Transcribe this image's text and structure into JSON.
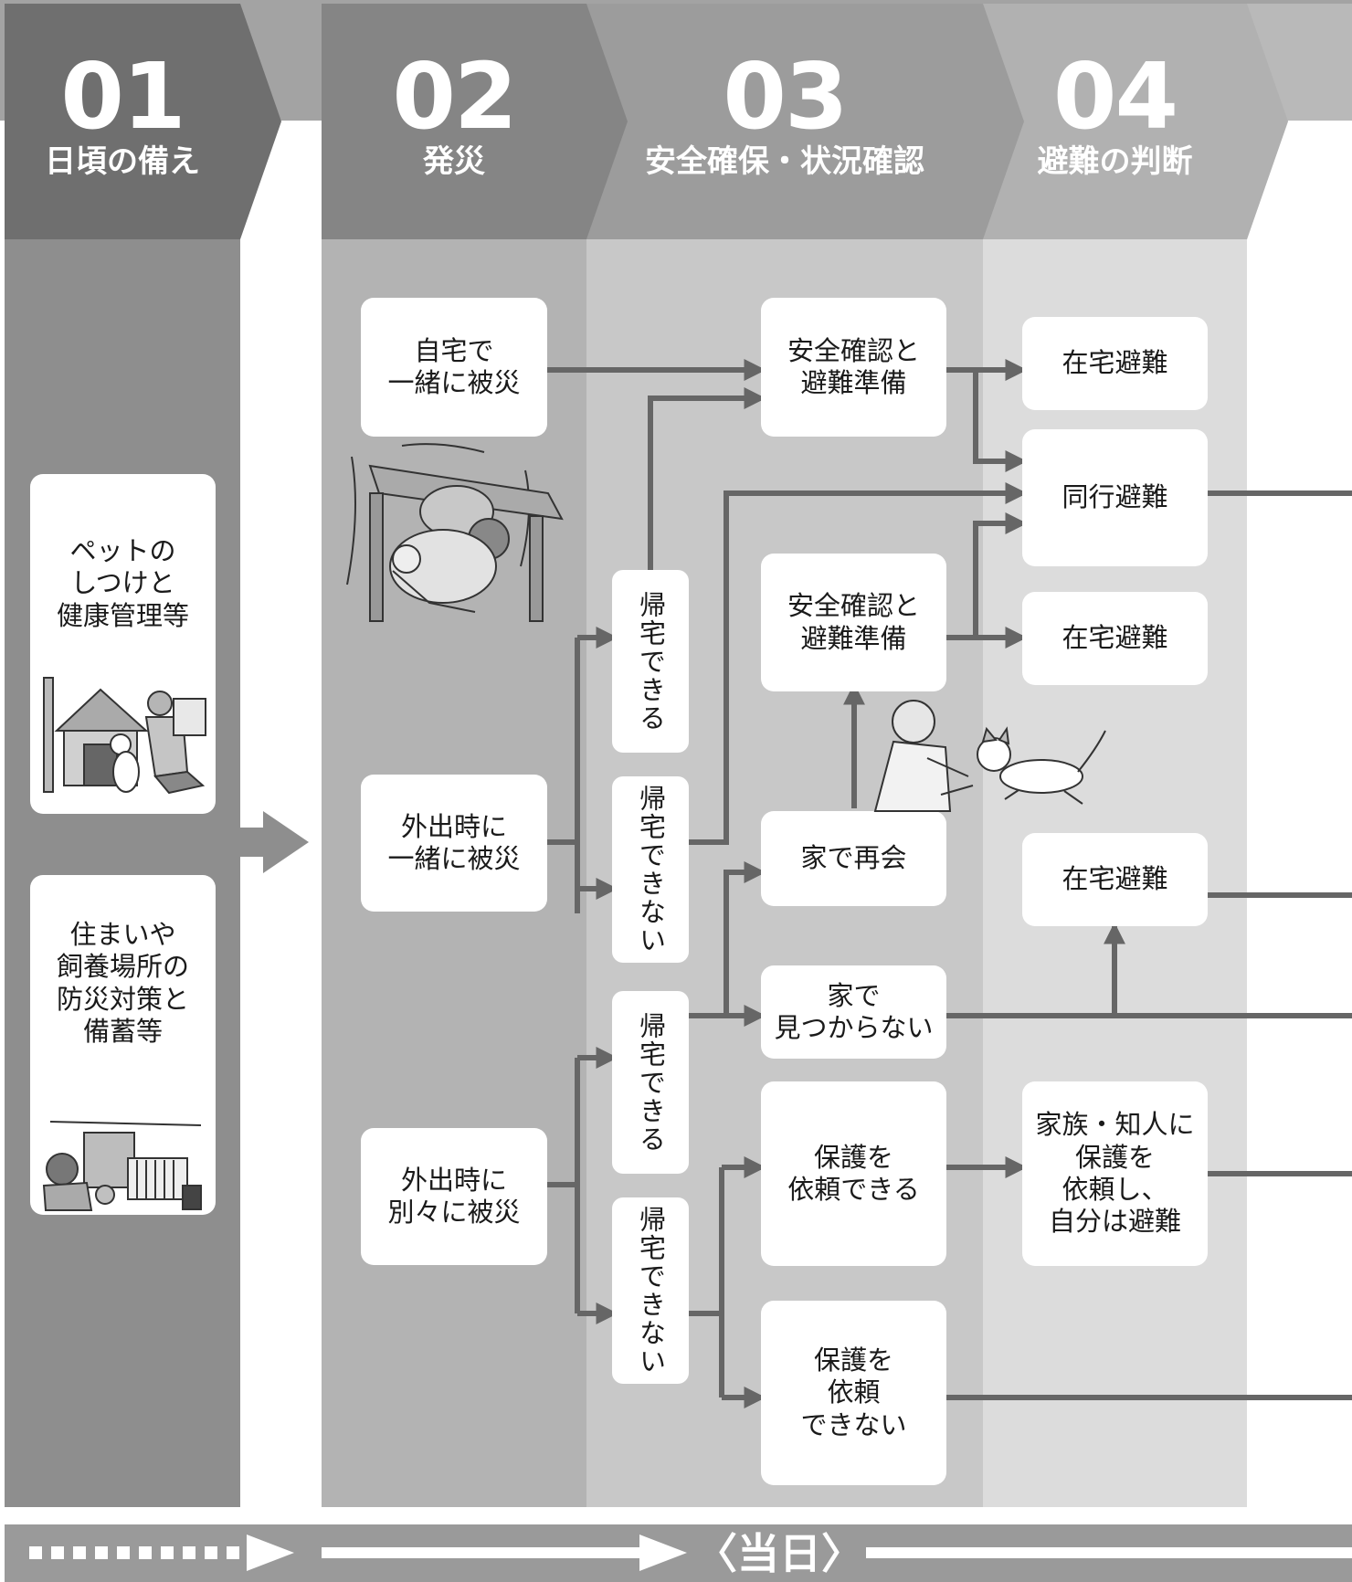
{
  "stages": [
    {
      "num": "01",
      "label": "日頃の備え"
    },
    {
      "num": "02",
      "label": "発災"
    },
    {
      "num": "03",
      "label": "安全確保・状況確認"
    },
    {
      "num": "04",
      "label": "避難の判断"
    }
  ],
  "col1": {
    "box1": "ペットの\nしつけと\n健康管理等",
    "box2": "住まいや\n飼養場所の\n防災対策と\n備蓄等"
  },
  "col2": {
    "home": "自宅で\n一緒に被災",
    "out_together": "外出時に\n一緒に被災",
    "out_apart": "外出時に\n別々に被災"
  },
  "branch": {
    "can_return_1": "帰宅できる",
    "cannot_return_1": "帰宅できない",
    "can_return_2": "帰宅できる",
    "cannot_return_2": "帰宅できない"
  },
  "col3": {
    "safety_1": "安全確認と\n避難準備",
    "safety_2": "安全確認と\n避難準備",
    "reunite": "家で再会",
    "not_found": "家で\n見つからない",
    "can_request": "保護を\n依頼できる",
    "cannot_request": "保護を\n依頼\nできない"
  },
  "col4": {
    "stay_1": "在宅避難",
    "accompany": "同行避難",
    "stay_2": "在宅避難",
    "stay_3": "在宅避難",
    "request_family": "家族・知人に\n保護を\n依頼し、\n自分は避難"
  },
  "timeline": {
    "label": "〈当日〉"
  },
  "illustrations": [
    "person-under-table-with-dog-icon",
    "person-with-dog-at-doghouse-icon",
    "person-with-cage-icon",
    "man-catching-cat-icon"
  ]
}
